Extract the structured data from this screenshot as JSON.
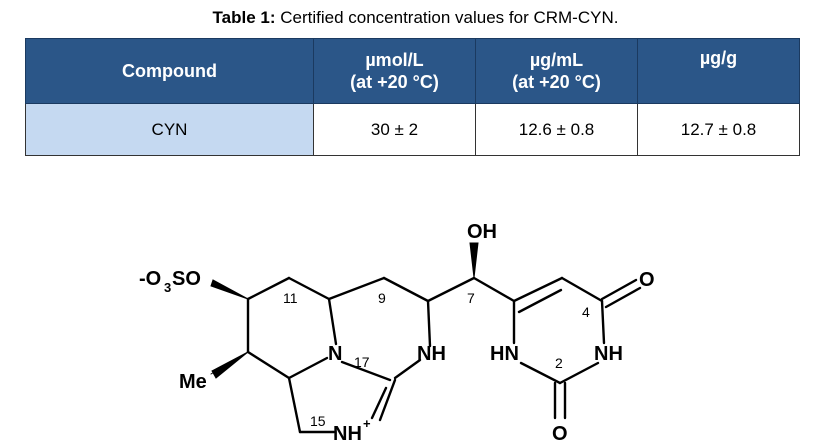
{
  "caption": {
    "label": "Table 1:",
    "text": " Certified concentration values for CRM-CYN."
  },
  "table": {
    "headers": [
      {
        "line1": "Compound",
        "line2": ""
      },
      {
        "line1": "µmol/L",
        "line2": "(at +20 °C)"
      },
      {
        "line1": "µg/mL",
        "line2": "(at +20 °C)"
      },
      {
        "line1": "µg/g",
        "line2": ""
      }
    ],
    "rows": [
      [
        "CYN",
        "30 ± 2",
        "12.6 ± 0.8",
        "12.7 ± 0.8"
      ]
    ]
  },
  "structure": {
    "labels": {
      "oh": "OH",
      "so3_prefix": "-O",
      "so3_sub": "3",
      "so3_suffix": "SO",
      "me": "Me",
      "n_ring": "N",
      "nh_mid": "NH",
      "hn_left": "HN",
      "nh_right": "NH",
      "nh_plus": "NH",
      "plus": "+",
      "o_top": "O",
      "o_bottom": "O",
      "num_11": "11",
      "num_9": "9",
      "num_7": "7",
      "num_4": "4",
      "num_17": "17",
      "num_2": "2",
      "num_15": "15"
    }
  }
}
